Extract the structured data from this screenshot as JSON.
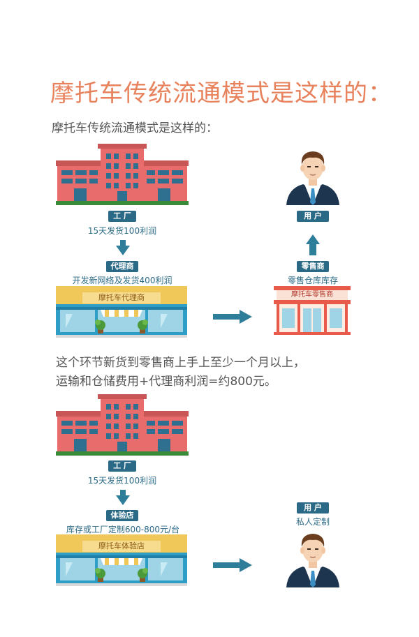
{
  "title": "摩托车传统流通模式是这样的：",
  "subtitle": "摩托车传统流通模式是这样的：",
  "section1": {
    "factory_tag": "工 厂",
    "factory_caption": "15天发货100利润",
    "agent_tag": "代理商",
    "agent_caption": "开发新网络及发货400利润",
    "agent_sign": "摩托车代理商",
    "user_tag": "用 户",
    "retailer_tag": "零售商",
    "retailer_caption": "零售仓库库存",
    "retailer_sign": "摩托车零售商"
  },
  "paragraph": {
    "line1": "这个环节新货到零售商上手上至少一个月以上，",
    "line2": "运输和仓储费用+代理商利润=约800元。"
  },
  "section2": {
    "factory_tag": "工 厂",
    "factory_caption": "15天发货100利润",
    "store_tag": "体验店",
    "store_caption": "库存或工厂定制600-800元/台",
    "store_sign": "摩托车体验店",
    "user_tag": "用 户",
    "user_caption": "私人定制"
  },
  "colors": {
    "title": "#e8825c",
    "tag_bg": "#2b6a86",
    "arrow": "#2e7d99",
    "factory_body": "#e86c6c",
    "factory_dark": "#c85656",
    "window": "#2f6f8f",
    "ground": "#3a8a3a",
    "store_frame": "#2f9ec6",
    "store_roof": "#f0c85a",
    "suit": "#1e3550"
  }
}
